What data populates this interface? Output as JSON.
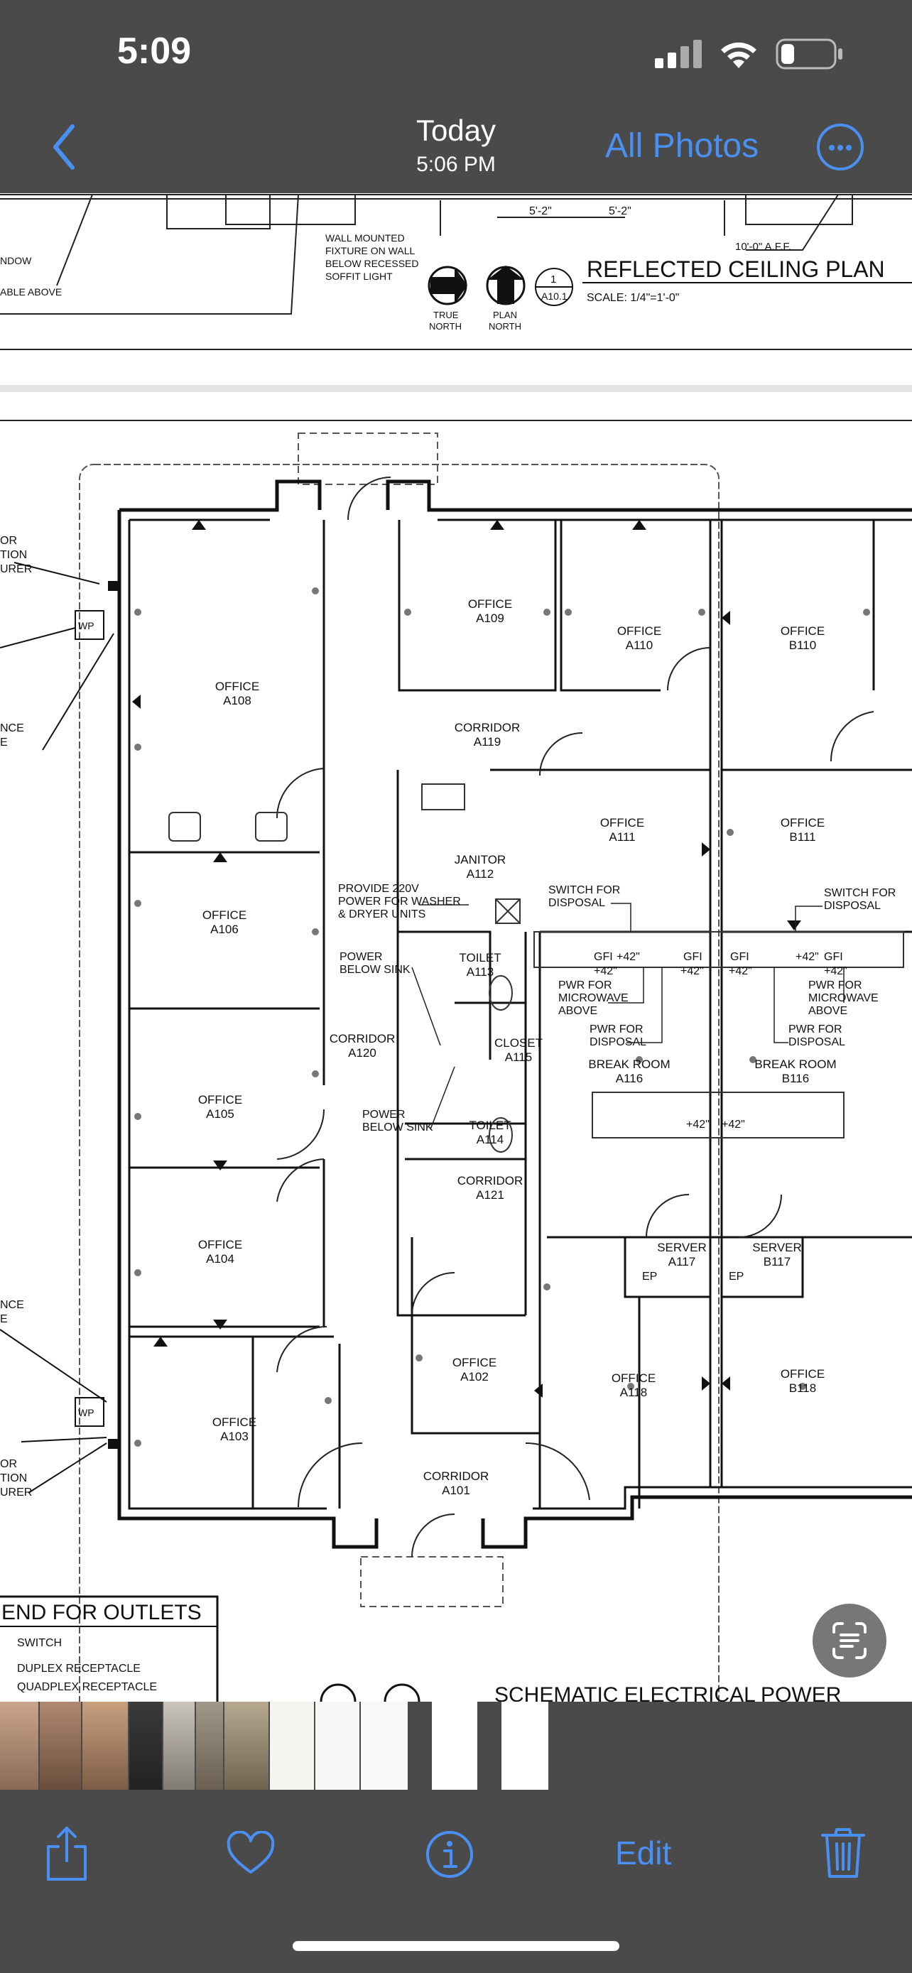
{
  "status_bar": {
    "time": "5:09"
  },
  "nav": {
    "title": "Today",
    "subtitle": "5:06 PM",
    "all_photos": "All Photos"
  },
  "drawing": {
    "top_notes": [
      "WALL MOUNTED",
      "FIXTURE ON WALL",
      "BELOW RECESSED",
      "SOFFIT LIGHT"
    ],
    "dims": [
      "5'-2\"",
      "5'-2\"",
      "10'-0\" A.F.F."
    ],
    "left_fragments": [
      "NDOW",
      "ABLE ABOVE"
    ],
    "true_north": [
      "TRUE",
      "NORTH"
    ],
    "plan_north": [
      "PLAN",
      "NORTH"
    ],
    "sheet_number": "1",
    "sheet_ref": "A10.1",
    "plan_title": "REFLECTED CEILING PLAN",
    "scale": "SCALE: 1/4\"=1'-0\"",
    "rooms": [
      {
        "name": "OFFICE",
        "num": "A108"
      },
      {
        "name": "OFFICE",
        "num": "A109"
      },
      {
        "name": "OFFICE",
        "num": "A110"
      },
      {
        "name": "OFFICE",
        "num": "B110"
      },
      {
        "name": "CORRIDOR",
        "num": "A119"
      },
      {
        "name": "OFFICE",
        "num": "A111"
      },
      {
        "name": "OFFICE",
        "num": "B111"
      },
      {
        "name": "JANITOR",
        "num": "A112"
      },
      {
        "name": "OFFICE",
        "num": "A106"
      },
      {
        "name": "TOILET",
        "num": "A113"
      },
      {
        "name": "CLOSET",
        "num": "A115"
      },
      {
        "name": "CORRIDOR",
        "num": "A120"
      },
      {
        "name": "BREAK ROOM",
        "num": "A116"
      },
      {
        "name": "BREAK ROOM",
        "num": "B116"
      },
      {
        "name": "OFFICE",
        "num": "A105"
      },
      {
        "name": "TOILET",
        "num": "A114"
      },
      {
        "name": "CORRIDOR",
        "num": "A121"
      },
      {
        "name": "OFFICE",
        "num": "A104"
      },
      {
        "name": "SERVER",
        "num": "A117"
      },
      {
        "name": "SERVER",
        "num": "B117"
      },
      {
        "name": "OFFICE",
        "num": "A102"
      },
      {
        "name": "OFFICE",
        "num": "A118"
      },
      {
        "name": "OFFICE",
        "num": "B118"
      },
      {
        "name": "OFFICE",
        "num": "A103"
      },
      {
        "name": "CORRIDOR",
        "num": "A101"
      }
    ],
    "notes": {
      "washer": [
        "PROVIDE 220V",
        "POWER FOR WASHER",
        "& DRYER UNITS"
      ],
      "power_sink_1": [
        "POWER",
        "BELOW SINK"
      ],
      "power_sink_2": [
        "POWER",
        "BELOW SINK"
      ],
      "switch_a": [
        "SWITCH FOR",
        "DISPOSAL"
      ],
      "switch_b": [
        "SWITCH FOR",
        "DISPOSAL"
      ],
      "micro_a": [
        "PWR FOR",
        "MICROWAVE",
        "ABOVE"
      ],
      "micro_b": [
        "PWR FOR",
        "MICROWAVE",
        "ABOVE"
      ],
      "disp_a": [
        "PWR FOR",
        "DISPOSAL"
      ],
      "disp_b": [
        "PWR FOR",
        "DISPOSAL"
      ],
      "gfi": "GFI",
      "h42": "+42\"",
      "ep": "EP",
      "wp": "WP",
      "left_callouts": [
        "OR",
        "TION",
        "URER",
        "NCE",
        "E"
      ]
    },
    "legend": {
      "title": "END FOR OUTLETS",
      "items": [
        "SWITCH",
        "DUPLEX RECEPTACLE",
        "QUADPLEX RECEPTACLE"
      ]
    },
    "bottom_title": "SCHEMATIC ELECTRICAL POWER"
  },
  "toolbar": {
    "edit": "Edit"
  },
  "icons": [
    "back-chevron-icon",
    "more-icon",
    "share-icon",
    "heart-icon",
    "info-icon",
    "trash-icon",
    "live-text-icon"
  ]
}
